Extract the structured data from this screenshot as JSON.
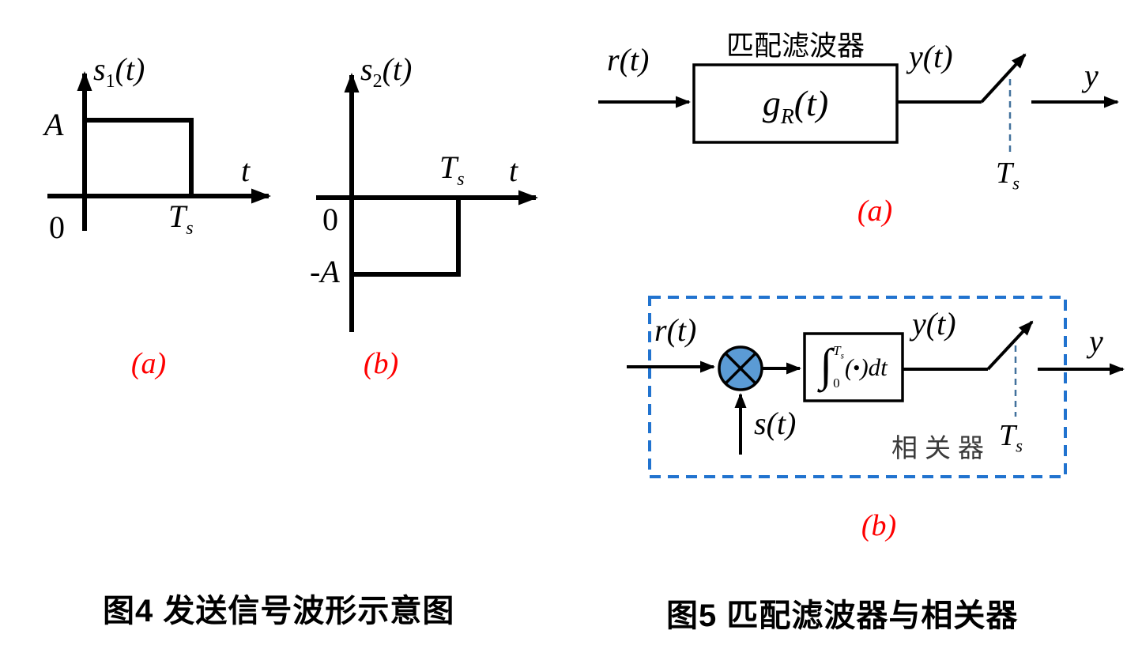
{
  "figure4": {
    "caption": "图4 发送信号波形示意图",
    "panel_a": {
      "tag": "(a)",
      "y_axis_label": {
        "base": "s",
        "sub": "1",
        "rest": "(t)"
      },
      "amplitude_label": "A",
      "origin_label": "0",
      "pulse_end_label": {
        "base": "T",
        "sub": "s"
      },
      "x_axis_label": "t"
    },
    "panel_b": {
      "tag": "(b)",
      "y_axis_label": {
        "base": "s",
        "sub": "2",
        "rest": "(t)"
      },
      "amplitude_label": "-A",
      "origin_label": "0",
      "pulse_end_label": {
        "base": "T",
        "sub": "s"
      },
      "x_axis_label": "t"
    }
  },
  "figure5": {
    "caption": "图5 匹配滤波器与相关器",
    "panel_a": {
      "tag": "(a)",
      "input_label": {
        "base": "r",
        "rest": "(t)"
      },
      "filter_title": "匹配滤波器",
      "filter_formula": {
        "base": "g",
        "sub": "R",
        "rest": "(t)"
      },
      "output_label": {
        "base": "y",
        "rest": "(t)"
      },
      "sample_time": {
        "base": "T",
        "sub": "s"
      },
      "sampled_output_label": "y"
    },
    "panel_b": {
      "tag": "(b)",
      "input_label": {
        "base": "r",
        "rest": "(t)"
      },
      "reference_label": {
        "base": "s",
        "rest": "(t)"
      },
      "integrator": {
        "sign": "∫",
        "upper_base": "T",
        "upper_sub": "s",
        "lower": "0",
        "open": "(",
        "dot": "•",
        "close": ")dt"
      },
      "output_label": {
        "base": "y",
        "rest": "(t)"
      },
      "correlator_label": "相关器",
      "sample_time": {
        "base": "T",
        "sub": "s"
      },
      "sampled_output_label": "y"
    }
  },
  "colors": {
    "tag_red": "#fe0000",
    "correlator_box_blue": "#2173cf",
    "sampler_dash_blue": "#41719c",
    "multiplier_fill_blue": "#5b9bd5",
    "line_black": "#000000",
    "correlator_text_gray": "#3a3a3a"
  }
}
